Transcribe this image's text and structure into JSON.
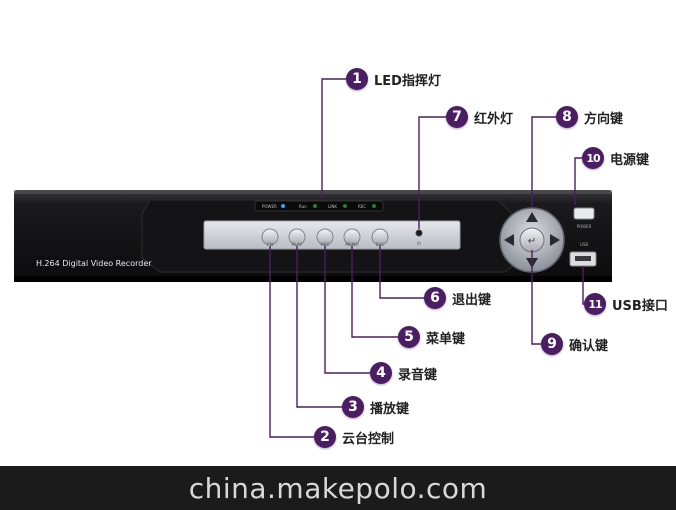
{
  "device": {
    "model_text": "H.264 Digital Video Recorder",
    "led_labels": [
      "POWER",
      "Run",
      "LINK",
      "REC"
    ],
    "front_buttons": [
      "FN",
      "PLAY",
      "REC",
      "MENU",
      "ESC"
    ],
    "ir_label": "IR",
    "power_label": "POWER",
    "usb_label": "USB",
    "enter_symbol": "↵"
  },
  "callouts": [
    {
      "num": "1",
      "label": "LED指挥灯"
    },
    {
      "num": "2",
      "label": "云台控制"
    },
    {
      "num": "3",
      "label": "播放键"
    },
    {
      "num": "4",
      "label": "录音键"
    },
    {
      "num": "5",
      "label": "菜单键"
    },
    {
      "num": "6",
      "label": "退出键"
    },
    {
      "num": "7",
      "label": "红外灯"
    },
    {
      "num": "8",
      "label": "方向键"
    },
    {
      "num": "9",
      "label": "确认键"
    },
    {
      "num": "10",
      "label": "电源键"
    },
    {
      "num": "11",
      "label": "USB接口"
    }
  ],
  "footer": {
    "watermark": "china.makepolo.com"
  },
  "colors": {
    "badge": "#4b1e63",
    "leader_line": "#4b1e63",
    "device_body": "#1c1c1e"
  }
}
